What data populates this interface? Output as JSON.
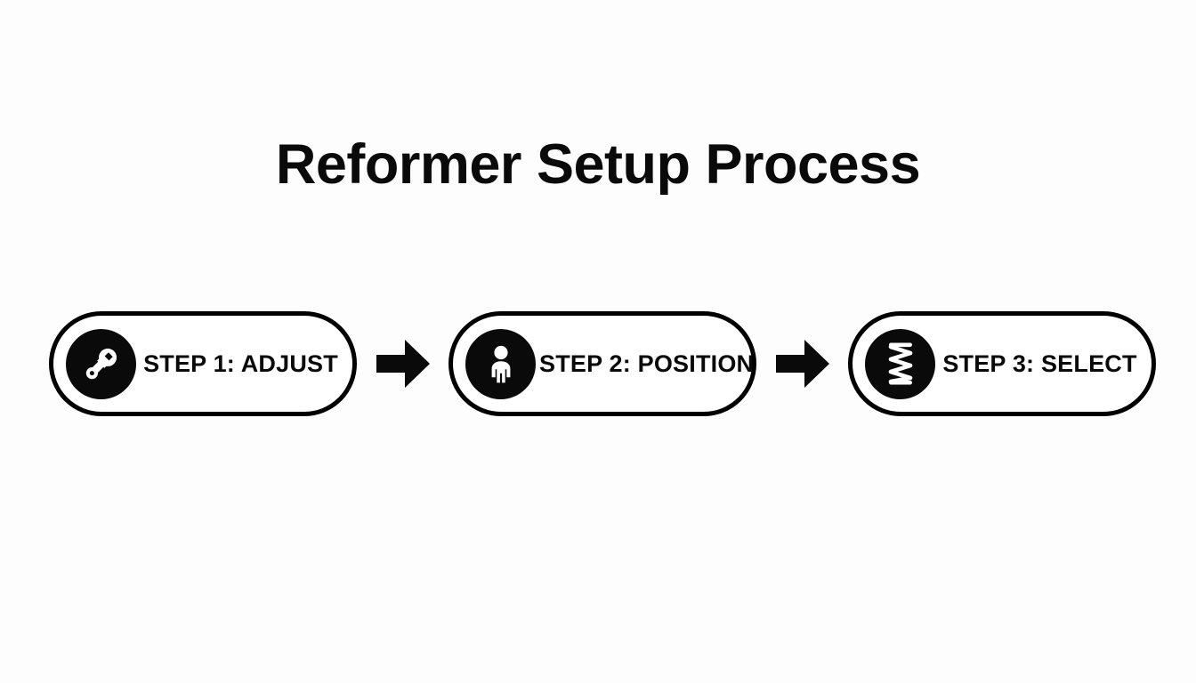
{
  "slide": {
    "title": "Reformer Setup Process",
    "background_color": "#fdfdfd",
    "ink_color": "#0a0a0a"
  },
  "process": {
    "steps": [
      {
        "label": "STEP 1: ADJUST",
        "icon": "wrench-icon",
        "badge_color": "#0a0a0a",
        "icon_color": "#ffffff"
      },
      {
        "label": "STEP 2: POSITION",
        "icon": "person-icon",
        "badge_color": "#0a0a0a",
        "icon_color": "#ffffff"
      },
      {
        "label": "STEP 3: SELECT",
        "icon": "spring-coil-icon",
        "badge_color": "#0a0a0a",
        "icon_color": "#ffffff"
      }
    ],
    "connectors": [
      {
        "icon": "arrow-right-icon",
        "color": "#0a0a0a"
      },
      {
        "icon": "arrow-right-icon",
        "color": "#0a0a0a"
      }
    ]
  }
}
